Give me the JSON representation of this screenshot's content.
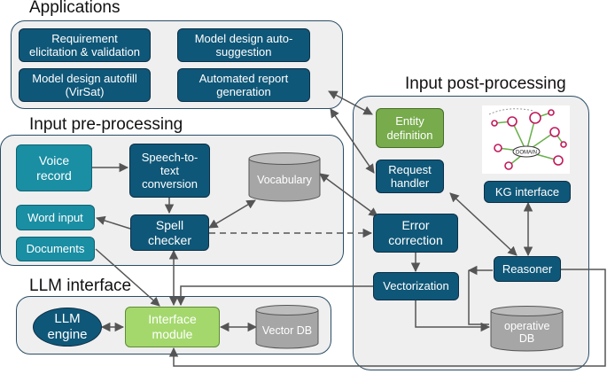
{
  "regions": {
    "applications": "Applications",
    "post_processing": "Input post-processing",
    "pre_processing": "Input pre-processing",
    "llm_interface": "LLM interface"
  },
  "applications": {
    "requirement": "Requirement elicitation & validation",
    "model_suggestion": "Model design auto-suggestion",
    "model_autofill": "Model design autofill (VirSat)",
    "automated_report": "Automated report generation"
  },
  "pre_processing": {
    "voice_record": "Voice record",
    "speech_to_text": "Speech-to-text conversion",
    "vocabulary": "Vocabulary",
    "word_input": "Word input",
    "spell_checker": "Spell checker",
    "documents": "Documents"
  },
  "post_processing": {
    "entity_definition": "Entity definition",
    "request_handler": "Request handler",
    "kg_interface": "KG interface",
    "kg_center_label": "DOMAIN",
    "error_correction": "Error correction",
    "vectorization": "Vectorization",
    "reasoner": "Reasoner",
    "operative_db": "operative DB"
  },
  "llm": {
    "engine": "LLM engine",
    "interface_module": "Interface module",
    "vector_db": "Vector DB"
  },
  "colors": {
    "dark_node": "#0f5778",
    "teal_node": "#1a8ea3",
    "green_node": "#77ab4c",
    "lime_node": "#a4d86c",
    "db_gray": "#a6a6a6",
    "arrow": "#555555"
  }
}
